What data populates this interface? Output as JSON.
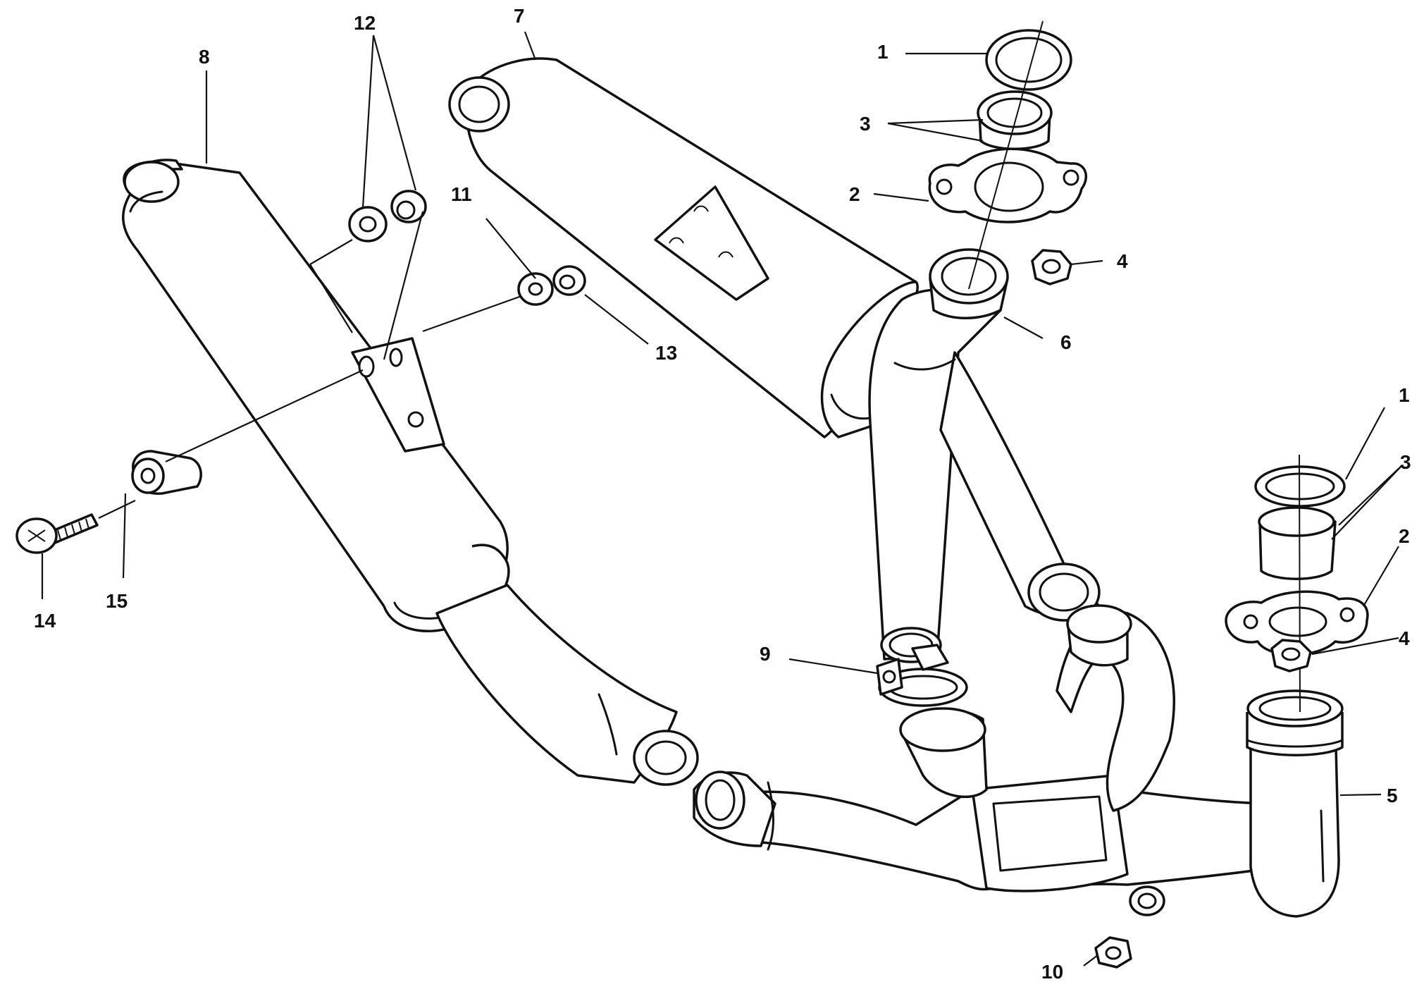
{
  "callouts": {
    "c1a": "1",
    "c1b": "1",
    "c2a": "2",
    "c2b": "2",
    "c3a": "3",
    "c3b": "3",
    "c4a": "4",
    "c4b": "4",
    "c5": "5",
    "c6": "6",
    "c7": "7",
    "c8": "8",
    "c9": "9",
    "c10": "10",
    "c11": "11",
    "c12": "12",
    "c13": "13",
    "c14": "14",
    "c15": "15"
  },
  "colors": {
    "line": "#111111",
    "background": "#ffffff"
  }
}
